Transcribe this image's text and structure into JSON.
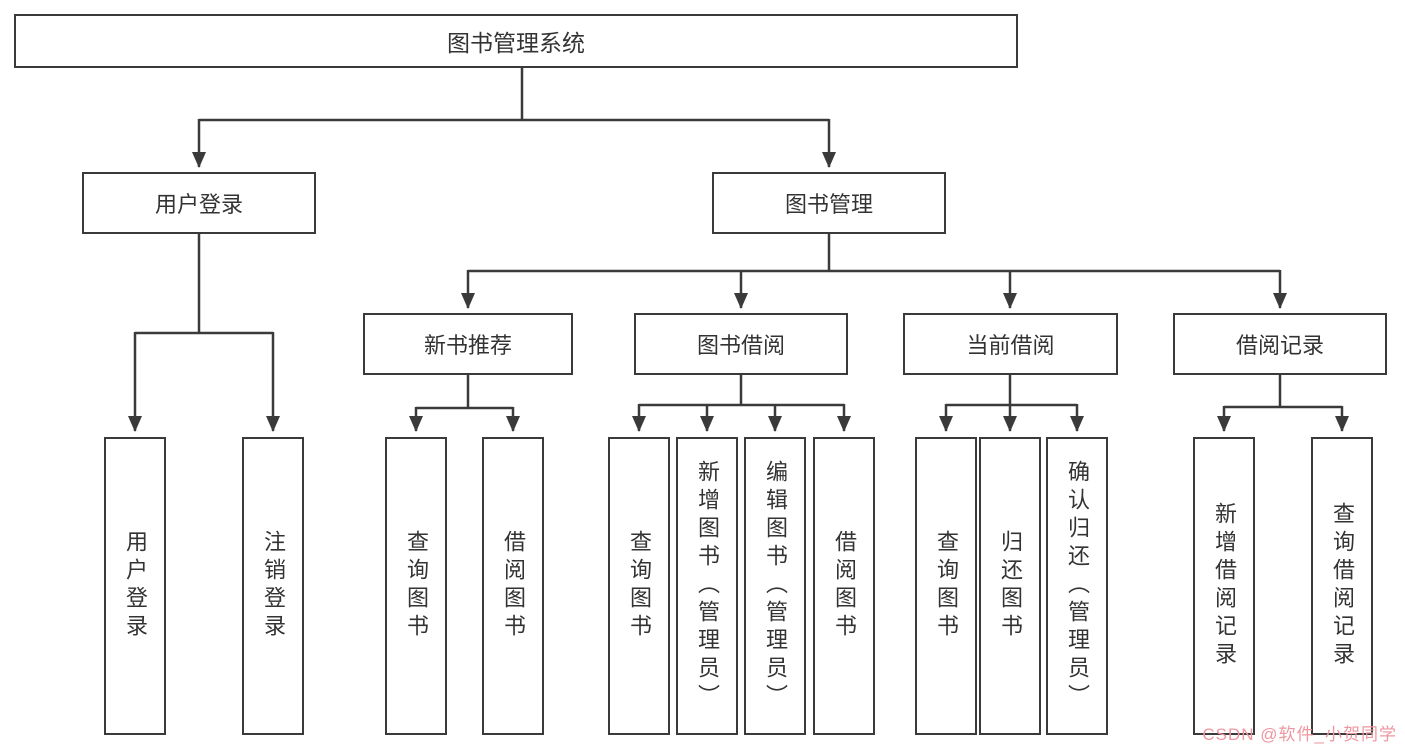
{
  "diagram": {
    "title": "图书管理系统",
    "nodes": {
      "root": "图书管理系统",
      "user_login": "用户登录",
      "book_mgmt": "图书管理",
      "new_book": "新书推荐",
      "book_borrow": "图书借阅",
      "current_borrow": "当前借阅",
      "borrow_records": "借阅记录",
      "leaf_user_login": "用户登录",
      "leaf_logout": "注销登录",
      "leaf_nb_query": "查询图书",
      "leaf_nb_borrow": "借阅图书",
      "leaf_bb_query": "查询图书",
      "leaf_bb_add": "新增图书（管理员）",
      "leaf_bb_edit": "编辑图书（管理员）",
      "leaf_bb_borrow": "借阅图书",
      "leaf_cb_query": "查询图书",
      "leaf_cb_return": "归还图书",
      "leaf_cb_confirm": "确认归还（管理员）",
      "leaf_br_add": "新增借阅记录",
      "leaf_br_query": "查询借阅记录"
    },
    "colors": {
      "line": "#3a3a3a",
      "text": "#333333",
      "box_bg": "#ffffff",
      "watermark": "#ee97a0"
    },
    "watermark": "CSDN @软件_小贺同学"
  }
}
